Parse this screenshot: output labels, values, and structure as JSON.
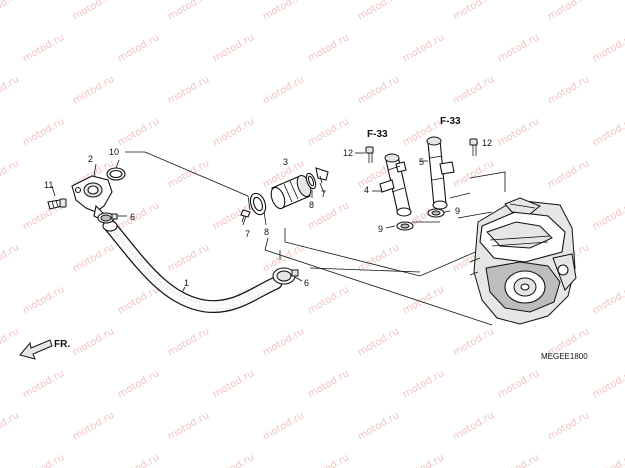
{
  "watermark": "motod.ru",
  "diagram_code": "MEGEE1800",
  "direction_label": "FR.",
  "ref_labels": [
    "F-33",
    "F-33"
  ],
  "parts": [
    {
      "num": "1"
    },
    {
      "num": "2"
    },
    {
      "num": "3"
    },
    {
      "num": "4"
    },
    {
      "num": "5"
    },
    {
      "num": "6"
    },
    {
      "num": "6"
    },
    {
      "num": "7"
    },
    {
      "num": "7"
    },
    {
      "num": "8"
    },
    {
      "num": "8"
    },
    {
      "num": "9"
    },
    {
      "num": "9"
    },
    {
      "num": "10"
    },
    {
      "num": "11"
    },
    {
      "num": "12"
    },
    {
      "num": "12"
    }
  ]
}
